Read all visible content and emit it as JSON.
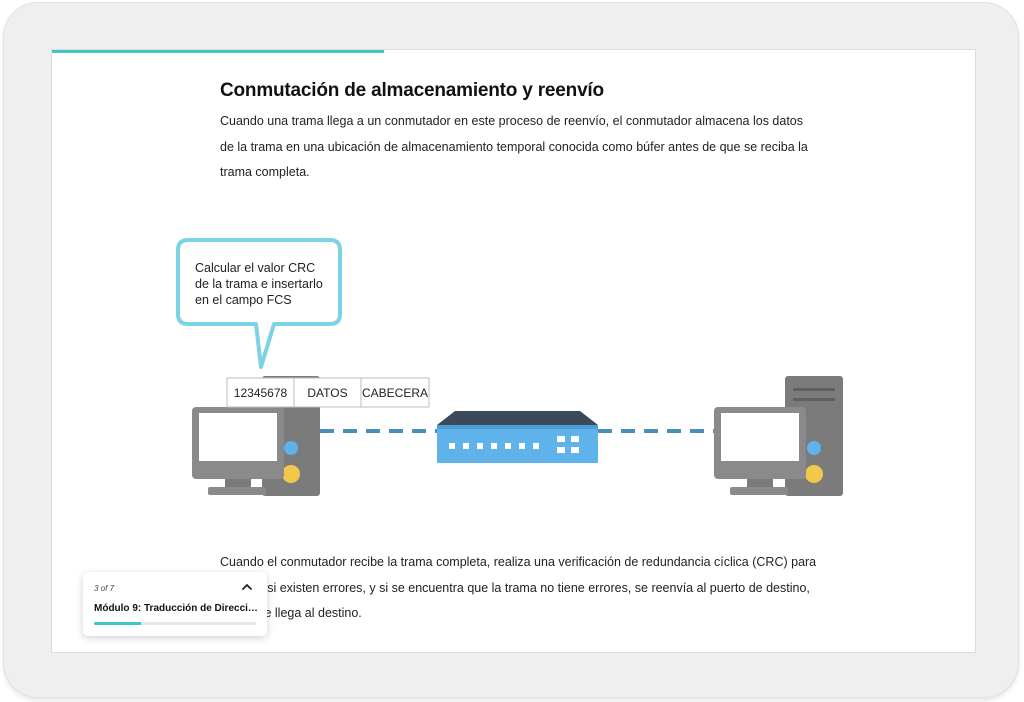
{
  "lesson": {
    "title": "Conmutación de almacenamiento y reenvío",
    "paragraph_1": "Cuando una trama llega a un conmutador en este proceso de reenvío, el conmutador almacena los datos de la trama en una ubicación de almacenamiento temporal conocida como búfer antes de que se reciba la trama completa.",
    "paragraph_2": "Cuando el conmutador recibe la trama completa, realiza una verificación de redundancia cíclica (CRC) para verificar si existen errores, y si se encuentra que la trama no tiene errores, se reenvía al puerto de destino, donde se llega al destino."
  },
  "diagram": {
    "bubble_lines": [
      "Calcular el valor CRC",
      "de la trama e insertarlo",
      "en el campo FCS"
    ],
    "frame_fields": [
      "12345678",
      "DATOS",
      "CABECERA"
    ],
    "colors": {
      "bubble_border": "#7dd3e6",
      "link": "#4a8fb5",
      "switch_front": "#5fb3ea",
      "switch_top": "#3a4a58",
      "pc_body": "#7b7b7b",
      "led_blue": "#5fb3ea",
      "led_yellow": "#f2c84b"
    }
  },
  "navigator": {
    "count": "3 of 7",
    "module_title": "Módulo 9: Traducción de Direccio...",
    "progress_fraction": 0.29,
    "accent": "#3ec6c6"
  },
  "top_progress_fraction": 0.36
}
